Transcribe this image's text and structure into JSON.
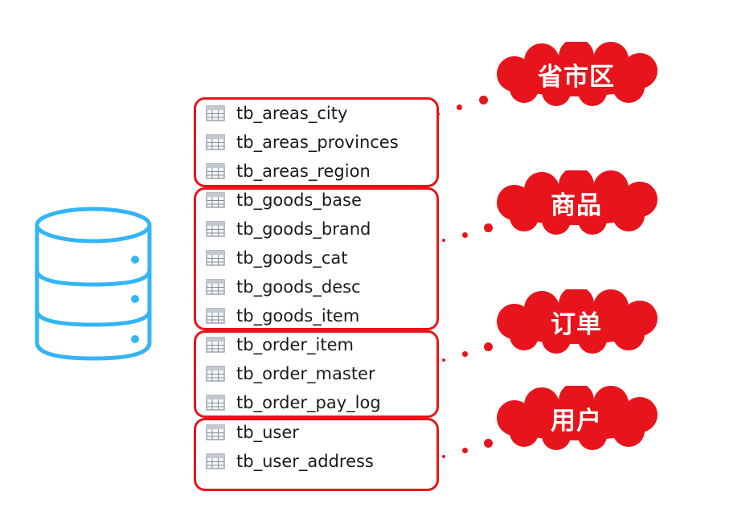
{
  "database": {
    "icon": "database-icon",
    "color": "#33b5f5"
  },
  "accent_color": "#e8141b",
  "groups": [
    {
      "label": "省市区",
      "tables": [
        "tb_areas_city",
        "tb_areas_provinces",
        "tb_areas_region"
      ]
    },
    {
      "label": "商品",
      "tables": [
        "tb_goods_base",
        "tb_goods_brand",
        "tb_goods_cat",
        "tb_goods_desc",
        "tb_goods_item"
      ]
    },
    {
      "label": "订单",
      "tables": [
        "tb_order_item",
        "tb_order_master",
        "tb_order_pay_log"
      ]
    },
    {
      "label": "用户",
      "tables": [
        "tb_user",
        "tb_user_address"
      ]
    }
  ]
}
